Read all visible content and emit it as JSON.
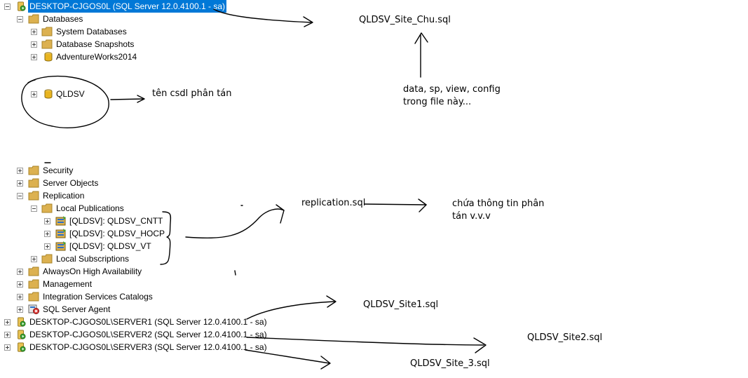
{
  "tree": {
    "root": "DESKTOP-CJGOS0L (SQL Server 12.0.4100.1 - sa)",
    "databases": "Databases",
    "system_databases": "System Databases",
    "database_snapshots": "Database Snapshots",
    "adventureworks": "AdventureWorks2014",
    "qldsv": "QLDSV",
    "security": "Security",
    "server_objects": "Server Objects",
    "replication": "Replication",
    "local_publications": "Local Publications",
    "pub_cntt": "[QLDSV]: QLDSV_CNTT",
    "pub_hocphi": "[QLDSV]: QLDSV_HOCPHI",
    "pub_vt": "[QLDSV]: QLDSV_VT",
    "local_subscriptions": "Local Subscriptions",
    "alwayson": "AlwaysOn High Availability",
    "management": "Management",
    "integration_services": "Integration Services Catalogs",
    "sql_agent": "SQL Server Agent",
    "server1": "DESKTOP-CJGOS0L\\SERVER1 (SQL Server 12.0.4100.1 - sa)",
    "server2": "DESKTOP-CJGOS0L\\SERVER2 (SQL Server 12.0.4100.1 - sa)",
    "server3": "DESKTOP-CJGOS0L\\SERVER3 (SQL Server 12.0.4100.1 - sa)"
  },
  "annotations": {
    "site_chu": "QLDSV_Site_Chu.sql",
    "data_note_line1": "data, sp, view, config",
    "data_note_line2": "trong file này...",
    "ten_csdl": "tên csdl phân tán",
    "replication_sql": "replication.sql",
    "chua_line1": "chứa thông tin phân",
    "chua_line2": "tán v.v.v",
    "site1": "QLDSV_Site1.sql",
    "site2": "QLDSV_Site2.sql",
    "site3": "QLDSV_Site_3.sql"
  },
  "colors": {
    "selection": "#0078d7",
    "folder": "#dcb150",
    "database": "#e8b420",
    "server_green": "#3fa535"
  }
}
